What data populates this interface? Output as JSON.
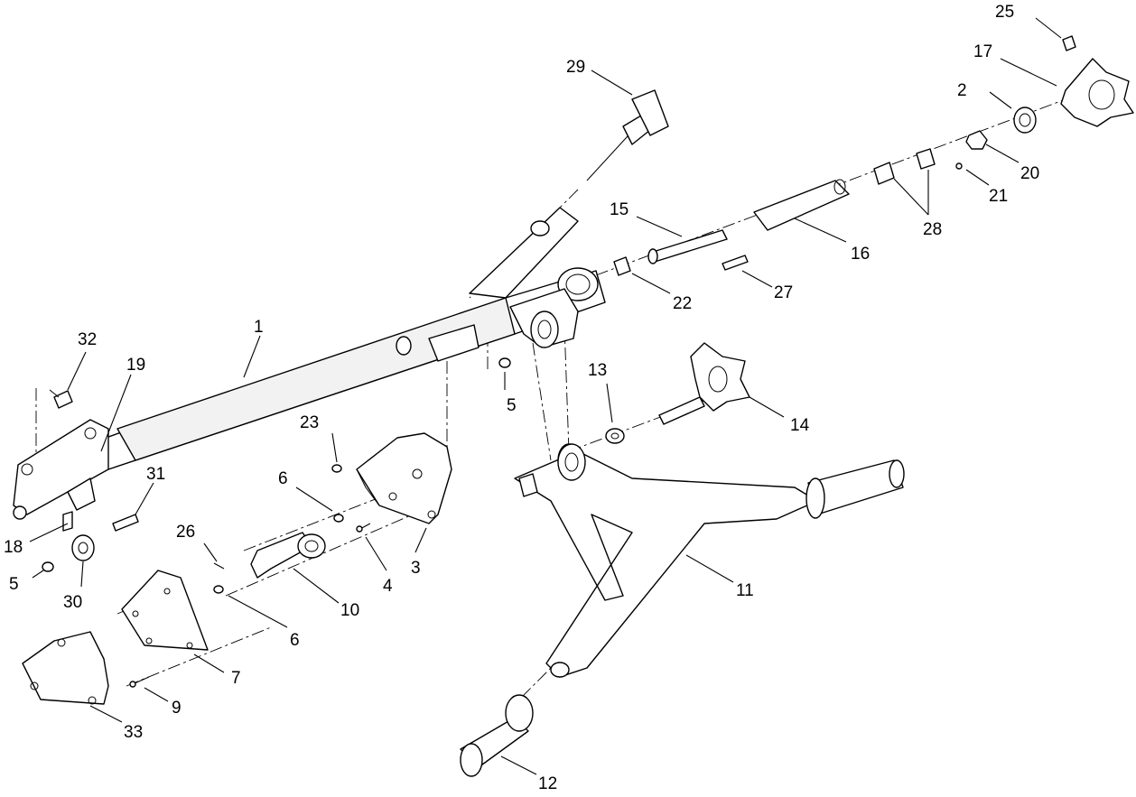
{
  "callouts": {
    "c1": "1",
    "c2": "2",
    "c3": "3",
    "c4": "4",
    "c5a": "5",
    "c5b": "5",
    "c6a": "6",
    "c6b": "6",
    "c7": "7",
    "c9": "9",
    "c10": "10",
    "c11": "11",
    "c12": "12",
    "c13": "13",
    "c14": "14",
    "c15": "15",
    "c16": "16",
    "c17": "17",
    "c18": "18",
    "c19": "19",
    "c20": "20",
    "c21": "21",
    "c22": "22",
    "c23": "23",
    "c25": "25",
    "c26": "26",
    "c27": "27",
    "c28": "28",
    "c29": "29",
    "c30": "30",
    "c31": "31",
    "c32": "32",
    "c33": "33"
  }
}
